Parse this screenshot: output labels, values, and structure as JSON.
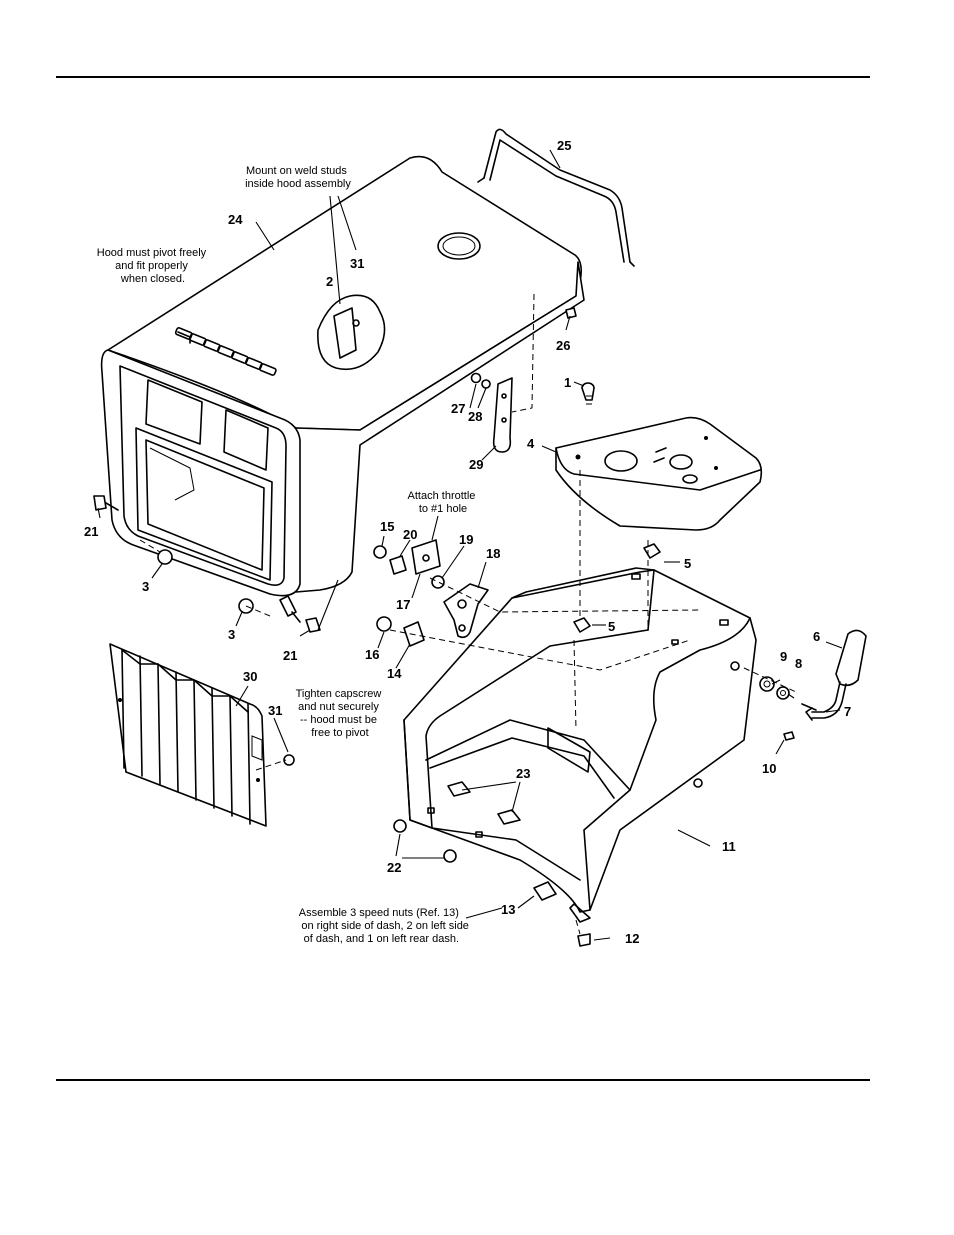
{
  "notes": {
    "weld_studs": [
      "Mount on weld studs",
      "inside hood assembly"
    ],
    "hood_pivot": [
      "Hood must pivot freely",
      "and fit properly",
      "when closed."
    ],
    "throttle": [
      "Attach throttle",
      "to #1 hole"
    ],
    "capscrew": [
      "Tighten capscrew",
      "and nut securely",
      "-- hood must be",
      "free to pivot"
    ],
    "speed_nuts": [
      "Assemble 3 speed nuts (Ref. 13)",
      "on right side of dash, 2 on left side",
      "of dash, and 1 on left rear dash."
    ]
  },
  "callouts": {
    "c1": "1",
    "c2": "2",
    "c3a": "3",
    "c3b": "3",
    "c4": "4",
    "c5a": "5",
    "c5b": "5",
    "c6": "6",
    "c7": "7",
    "c8": "8",
    "c9": "9",
    "c10": "10",
    "c11": "11",
    "c12": "12",
    "c13": "13",
    "c14": "14",
    "c15": "15",
    "c16": "16",
    "c17": "17",
    "c18": "18",
    "c19": "19",
    "c20": "20",
    "c21a": "21",
    "c21b": "21",
    "c22": "22",
    "c23": "23",
    "c24": "24",
    "c25": "25",
    "c26": "26",
    "c27": "27",
    "c28": "28",
    "c29": "29",
    "c30": "30",
    "c31a": "31",
    "c31b": "31"
  }
}
